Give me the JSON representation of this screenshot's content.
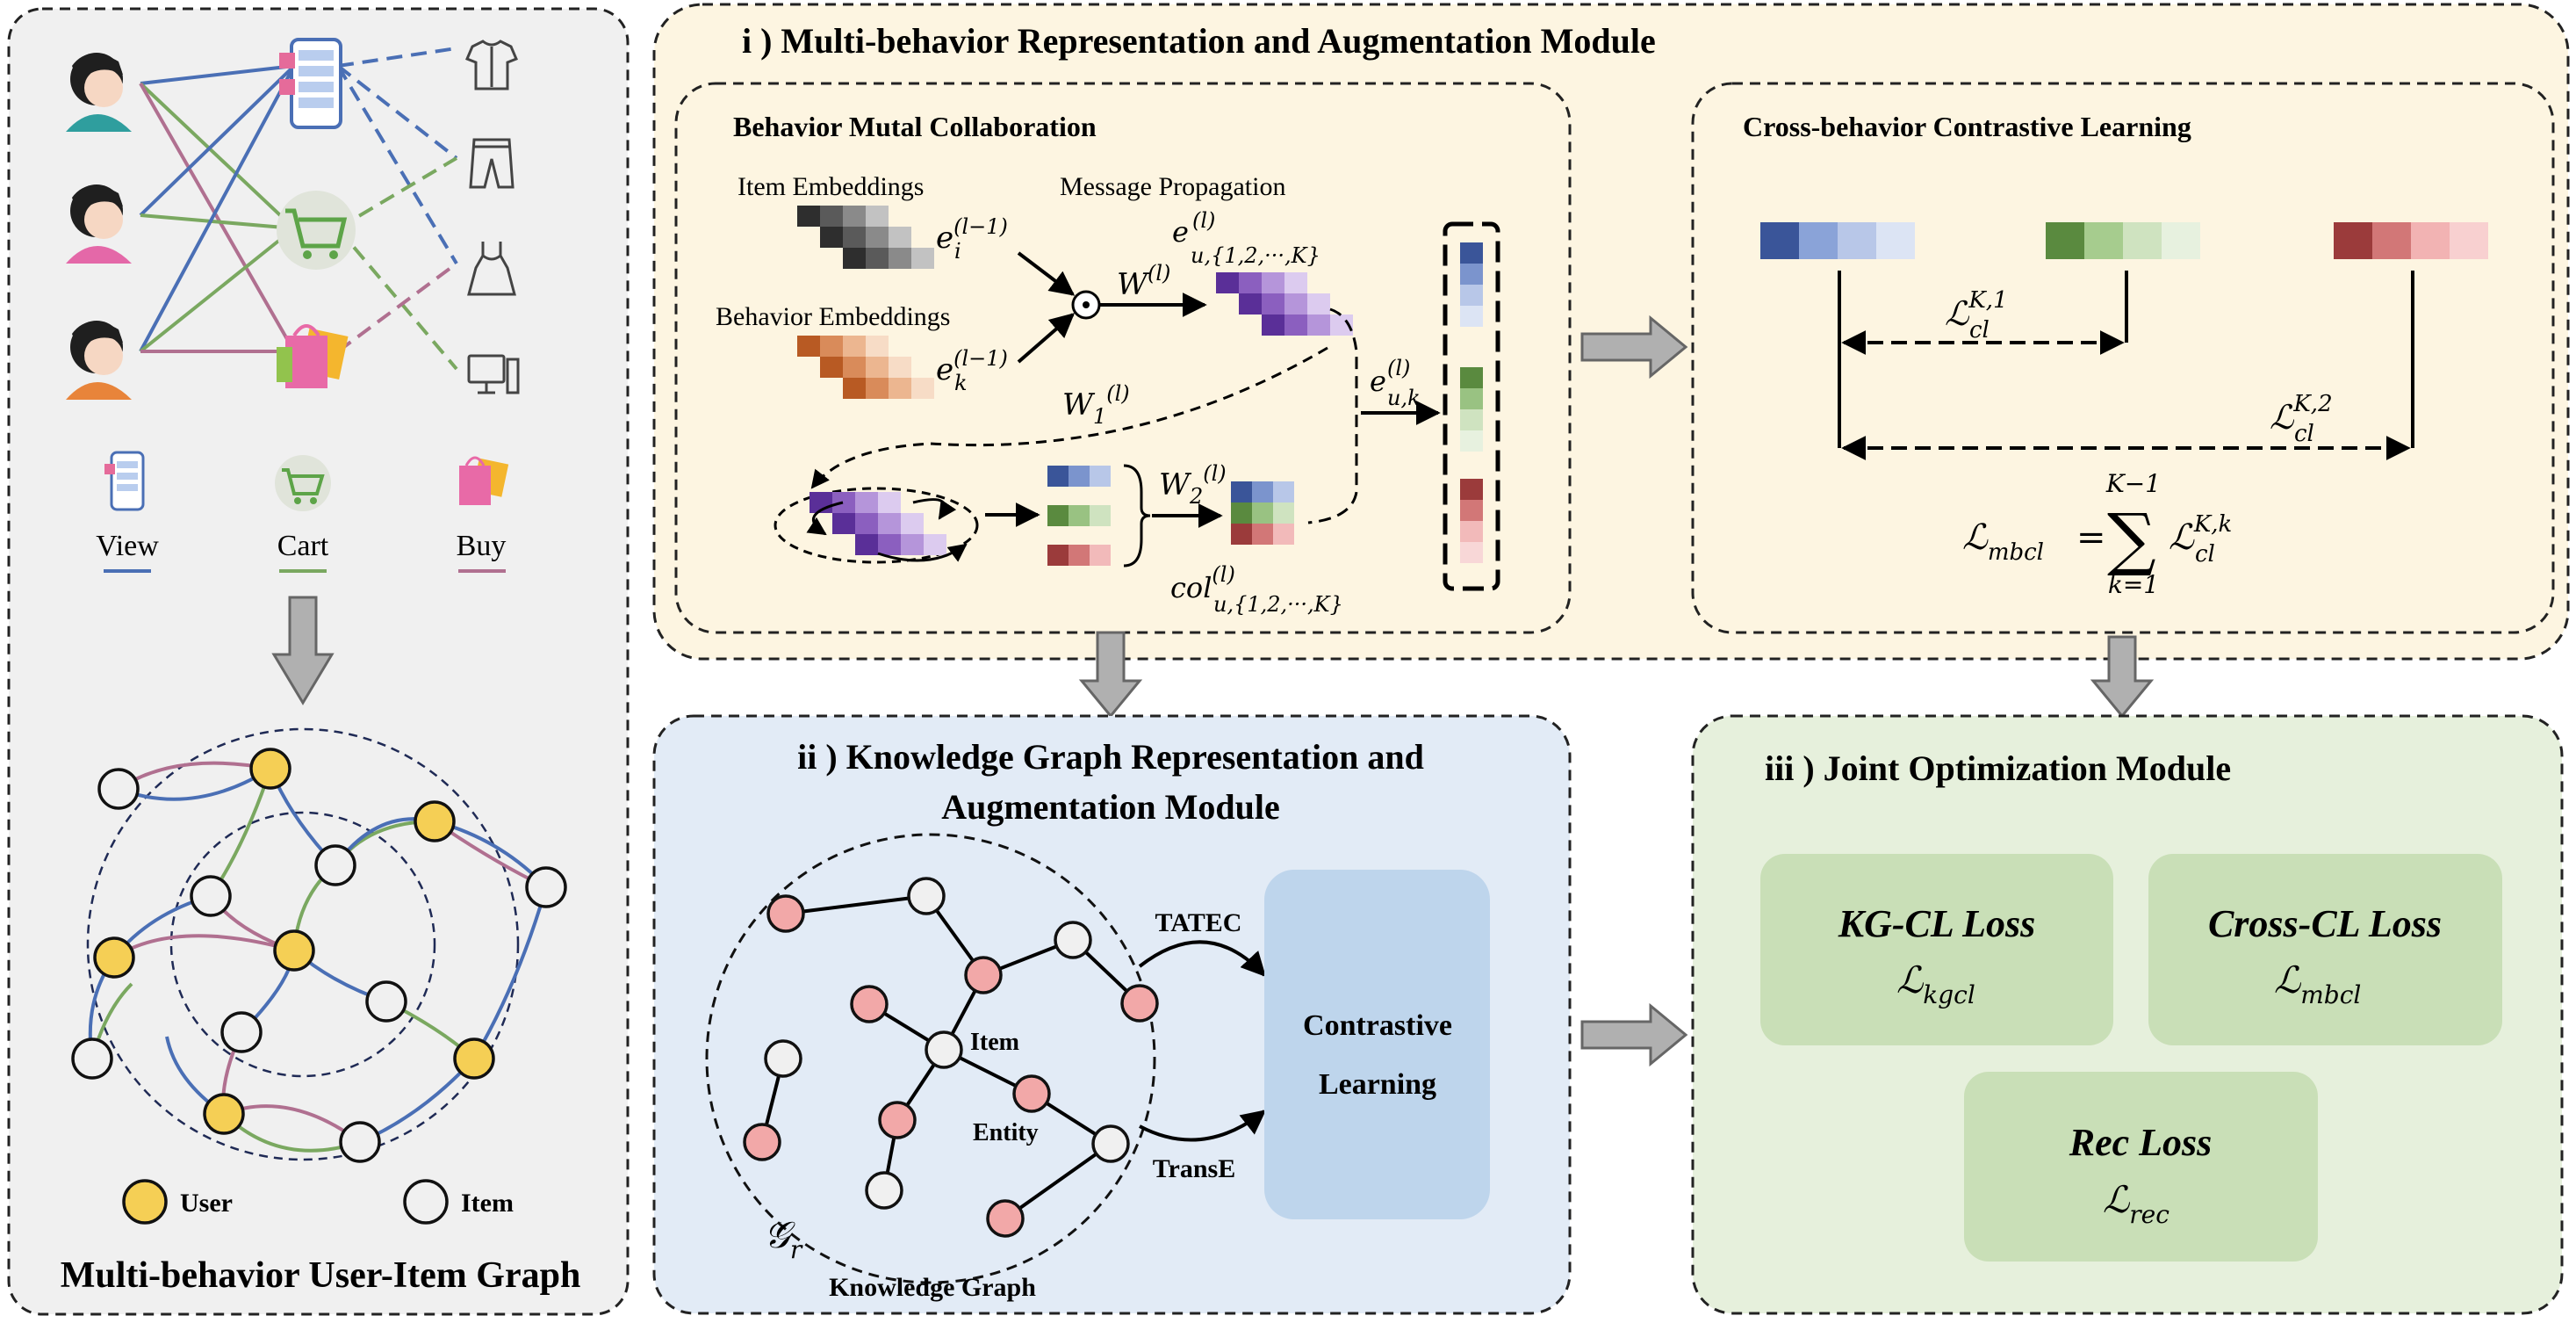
{
  "left_panel": {
    "legend_view": "View",
    "legend_cart": "Cart",
    "legend_buy": "Buy",
    "node_user": "User",
    "node_item": "Item",
    "title": "Multi-behavior User-Item Graph"
  },
  "module_i": {
    "title": "i ) Multi-behavior Representation and Augmentation Module",
    "bmc": {
      "title": "Behavior Mutal Collaboration",
      "item_embeddings": "Item Embeddings",
      "message_propagation": "Message Propagation",
      "behavior_embeddings": "Behavior Embeddings",
      "e_i": "e",
      "e_i_sup": "(l−1)",
      "e_i_sub": "i",
      "e_k": "e",
      "e_k_sup": "(l−1)",
      "e_k_sub": "k",
      "W": "W",
      "W_sup": "(l)",
      "e_u": "e",
      "e_u_sup": "(l)",
      "e_u_sub": "u,{1,2,···,K}",
      "W1": "W",
      "W1_sub": "1",
      "W1_sup": "(l)",
      "W2": "W",
      "W2_sub": "2",
      "W2_sup": "(l)",
      "col": "col",
      "col_sup": "(l)",
      "col_sub": "u,{1,2,···,K}",
      "e_uk": "e",
      "e_uk_sup": "(l)",
      "e_uk_sub": "u,k"
    },
    "ccl": {
      "title": "Cross-behavior Contrastive Learning",
      "L1": "ℒ",
      "L1_sub": "cl",
      "L1_sup": "K,1",
      "L2": "ℒ",
      "L2_sub": "cl",
      "L2_sup": "K,2",
      "Lmbcl": "ℒ",
      "Lmbcl_sub": "mbcl",
      "eq": "=",
      "sum": "∑",
      "sum_top": "K−1",
      "sum_bottom": "k=1",
      "Lsum": "ℒ",
      "Lsum_sub": "cl",
      "Lsum_sup": "K,k"
    }
  },
  "module_ii": {
    "title_line1": "ii ) Knowledge Graph Representation and",
    "title_line2": "Augmentation Module",
    "tatec": "TATEC",
    "transe": "TransE",
    "item": "Item",
    "entity": "Entity",
    "gr": "𝒢",
    "gr_sub": "r",
    "kg_label": "Knowledge Graph",
    "contrastive_line1": "Contrastive",
    "contrastive_line2": "Learning"
  },
  "module_iii": {
    "title": "iii ) Joint Optimization Module",
    "kgcl_title": "KG-CL Loss",
    "kgcl_formula": "ℒ",
    "kgcl_sub": "kgcl",
    "crosscl_title": "Cross-CL Loss",
    "crosscl_formula": "ℒ",
    "crosscl_sub": "mbcl",
    "rec_title": "Rec Loss",
    "rec_formula": "ℒ",
    "rec_sub": "rec"
  },
  "colors": {
    "view": "#4a6fb5",
    "cart": "#7aa860",
    "buy": "#b07090",
    "user_node": "#f5cf55",
    "kg_node": "#f2a8a8",
    "module_i_bg": "#fdf5e1",
    "module_ii_bg": "#e2ebf6",
    "module_iii_bg": "#e6f0dc",
    "loss_box": "#c9dfb7",
    "contrastive_box": "#bed5ec"
  }
}
